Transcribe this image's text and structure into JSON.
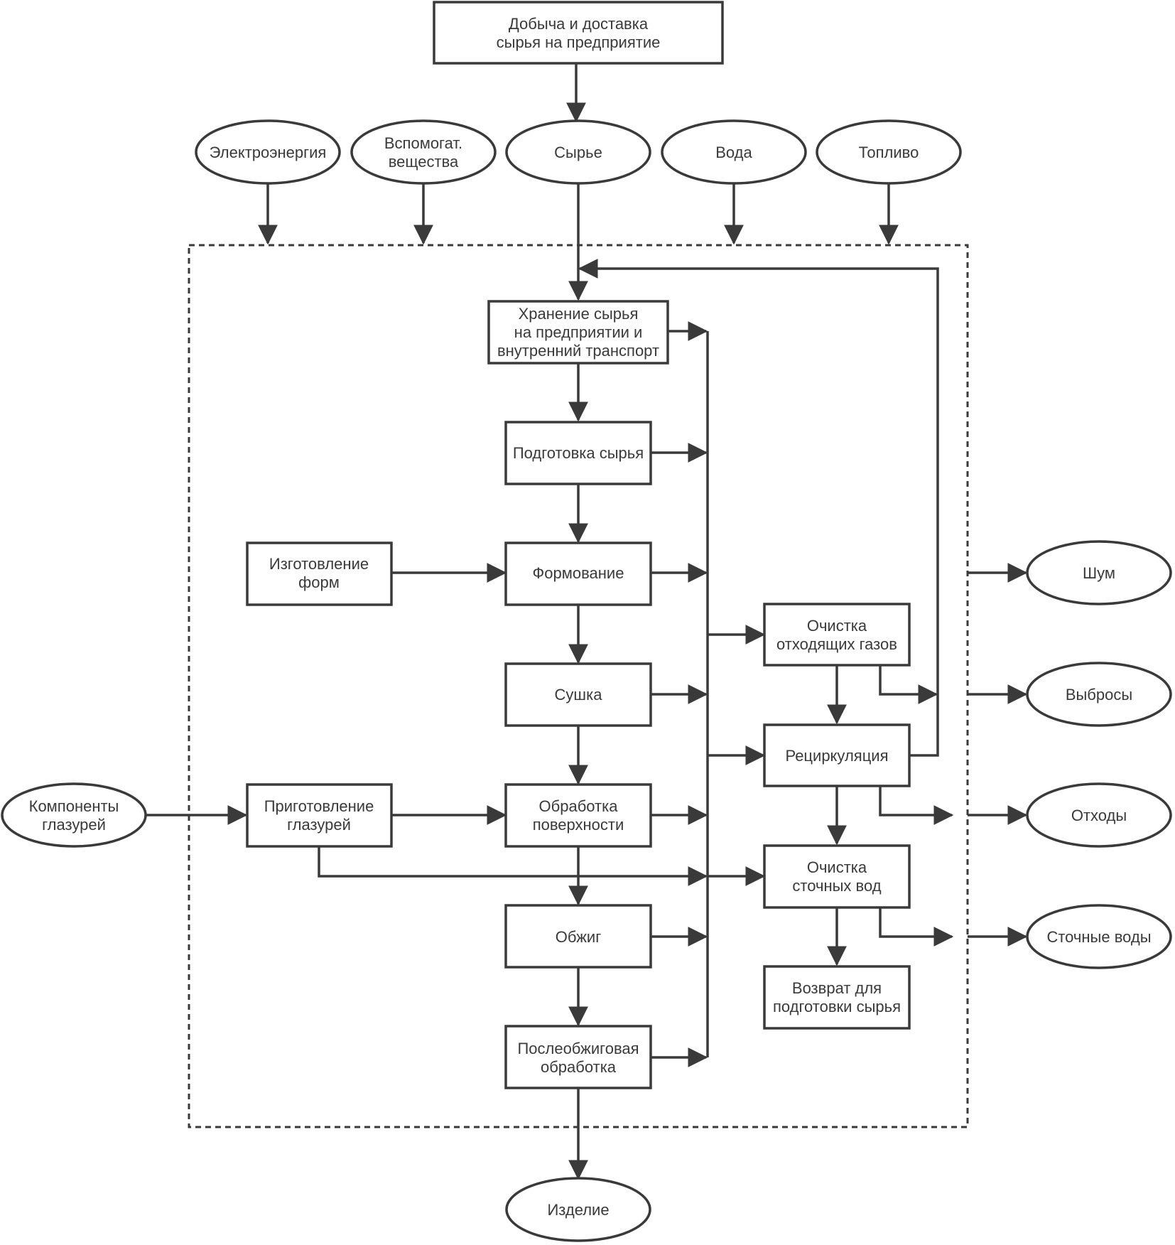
{
  "top_box": [
    "Добыча и доставка",
    "сырья на предприятие"
  ],
  "inputs": {
    "electricity": [
      "Электроэнергия"
    ],
    "auxiliary": [
      "Вспомогат.",
      "вещества"
    ],
    "raw": [
      "Сырье"
    ],
    "water": [
      "Вода"
    ],
    "fuel": [
      "Топливо"
    ]
  },
  "process": {
    "storage": [
      "Хранение сырья",
      "на предприятии и",
      "внутренний транспорт"
    ],
    "preparation": [
      "Подготовка сырья"
    ],
    "molds": [
      "Изготовление",
      "форм"
    ],
    "forming": [
      "Формование"
    ],
    "drying": [
      "Сушка"
    ],
    "glaze_prep": [
      "Приготовление",
      "глазурей"
    ],
    "surface": [
      "Обработка",
      "поверхности"
    ],
    "firing": [
      "Обжиг"
    ],
    "post_firing": [
      "Послеобжиговая",
      "обработка"
    ]
  },
  "treatment": {
    "gas_cleaning": [
      "Очистка",
      "отходящих газов"
    ],
    "recycling": [
      "Рециркуляция"
    ],
    "water_cleaning": [
      "Очистка",
      "сточных вод"
    ],
    "return": [
      "Возврат для",
      "подготовки сырья"
    ]
  },
  "glaze_components": [
    "Компоненты",
    "глазурей"
  ],
  "outputs": {
    "noise": [
      "Шум"
    ],
    "emissions": [
      "Выбросы"
    ],
    "waste": [
      "Отходы"
    ],
    "wastewater": [
      "Сточные воды"
    ]
  },
  "product": [
    "Изделие"
  ],
  "colors": {
    "line": "#3a3a3a",
    "background": "#ffffff"
  }
}
